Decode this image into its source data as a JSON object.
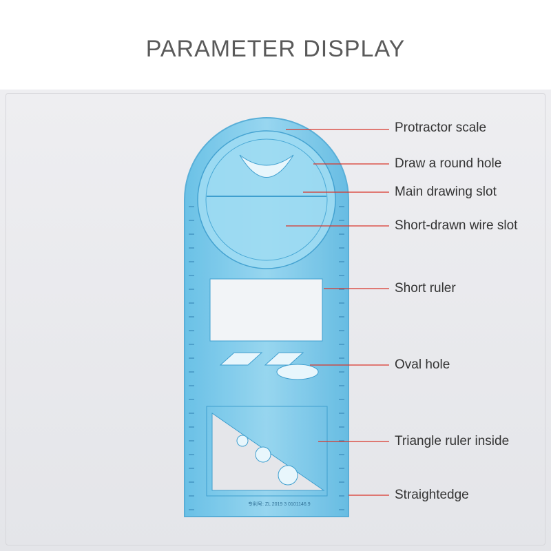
{
  "title": "PARAMETER DISPLAY",
  "colors": {
    "ruler": "#6fc6ea",
    "leader_line": "#d9352b",
    "title": "#5a5a5a"
  },
  "labels": [
    "Protractor scale",
    "Draw a round hole",
    "Main drawing slot",
    "Short-drawn wire slot",
    "Short ruler",
    "Oval hole",
    "Triangle ruler inside",
    "Straightedge"
  ],
  "ruler_imprint": "专利号: ZL 2019 3 0101146.9"
}
